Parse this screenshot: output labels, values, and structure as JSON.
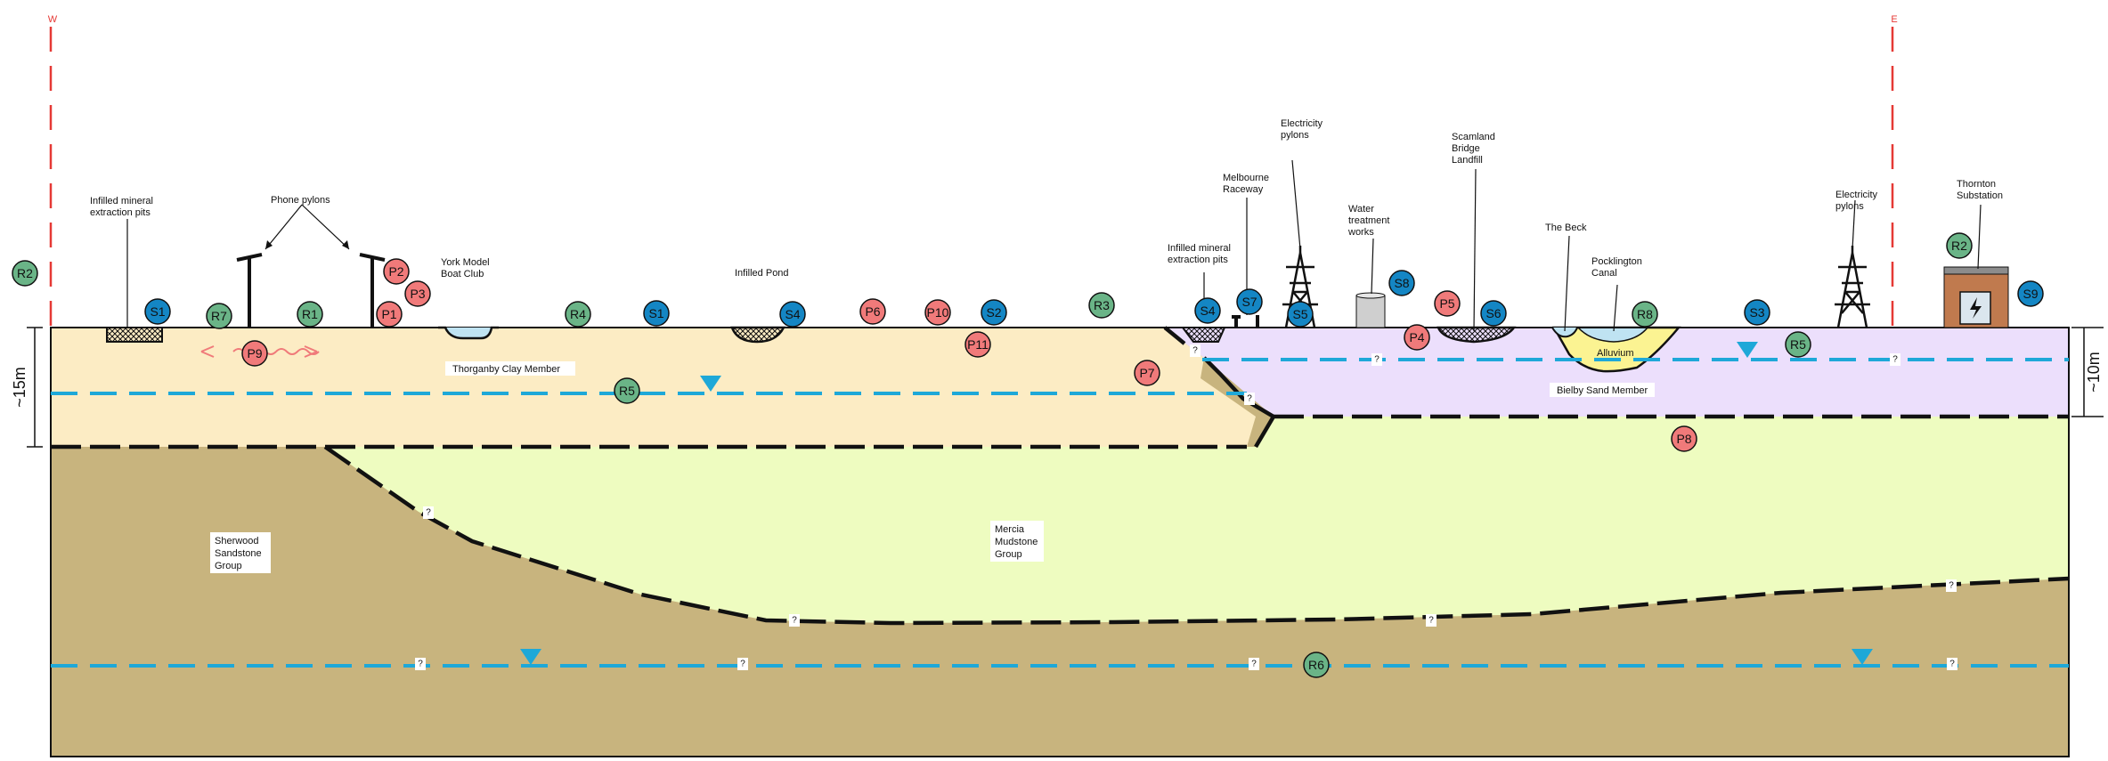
{
  "section": {
    "west_label": "W",
    "east_label": "E"
  },
  "scales": {
    "left": "~15m",
    "right": "~10m"
  },
  "units": {
    "thorganby": "Thorganby Clay Member",
    "bielby": "Bielby Sand Member",
    "alluvium": "Alluvium",
    "sherwood": [
      "Sherwood",
      "Sandstone",
      "Group"
    ],
    "mercia": [
      "Mercia",
      "Mudstone",
      "Group"
    ]
  },
  "features": {
    "pits_west": [
      "Infilled mineral",
      "extraction pits"
    ],
    "phone_pylons": [
      "Phone pylons"
    ],
    "boat_club": [
      "York Model",
      "Boat Club"
    ],
    "infilled_pond": [
      "Infilled Pond"
    ],
    "pits_east": [
      "Infilled mineral",
      "extraction pits"
    ],
    "raceway": [
      "Melbourne",
      "Raceway"
    ],
    "elec_pylons_1": [
      "Electricity",
      "pylons"
    ],
    "water_works": [
      "Water",
      "treatment",
      "works"
    ],
    "landfill": [
      "Scamland",
      "Bridge",
      "Landfill"
    ],
    "the_beck": [
      "The Beck"
    ],
    "canal": [
      "Pocklington",
      "Canal"
    ],
    "elec_pylons_2": [
      "Electricity",
      "pylons"
    ],
    "substation": [
      "Thornton",
      "Substation"
    ]
  },
  "uncertain_mark": "?",
  "colors": {
    "sources": "#1486c4",
    "pathways": "#f07a7a",
    "receptors": "#6ab487",
    "groundwater": "#1ea8d8",
    "thorganby_fill": "#fcecc4",
    "bielby_fill": "#ecdffc",
    "mercia_fill": "#eefcc0",
    "sherwood_fill": "#c8b47e",
    "alluvium_fill": "#fbf392",
    "section_line": "#e53935"
  },
  "markers": [
    {
      "id": "R2",
      "kind": "receptor"
    },
    {
      "id": "S1",
      "kind": "source"
    },
    {
      "id": "R7",
      "kind": "receptor"
    },
    {
      "id": "R1",
      "kind": "receptor"
    },
    {
      "id": "P2",
      "kind": "pathway"
    },
    {
      "id": "P3",
      "kind": "pathway"
    },
    {
      "id": "P1",
      "kind": "pathway"
    },
    {
      "id": "P9",
      "kind": "pathway"
    },
    {
      "id": "R4",
      "kind": "receptor"
    },
    {
      "id": "S1",
      "kind": "source"
    },
    {
      "id": "R5",
      "kind": "receptor"
    },
    {
      "id": "S4",
      "kind": "source"
    },
    {
      "id": "P6",
      "kind": "pathway"
    },
    {
      "id": "P10",
      "kind": "pathway"
    },
    {
      "id": "S2",
      "kind": "source"
    },
    {
      "id": "P11",
      "kind": "pathway"
    },
    {
      "id": "R3",
      "kind": "receptor"
    },
    {
      "id": "P7",
      "kind": "pathway"
    },
    {
      "id": "S4",
      "kind": "source"
    },
    {
      "id": "S7",
      "kind": "source"
    },
    {
      "id": "S5",
      "kind": "source"
    },
    {
      "id": "S8",
      "kind": "source"
    },
    {
      "id": "P5",
      "kind": "pathway"
    },
    {
      "id": "P4",
      "kind": "pathway"
    },
    {
      "id": "S6",
      "kind": "source"
    },
    {
      "id": "R8",
      "kind": "receptor"
    },
    {
      "id": "S3",
      "kind": "source"
    },
    {
      "id": "R5",
      "kind": "receptor"
    },
    {
      "id": "P8",
      "kind": "pathway"
    },
    {
      "id": "R2",
      "kind": "receptor"
    },
    {
      "id": "S9",
      "kind": "source"
    },
    {
      "id": "R6",
      "kind": "receptor"
    }
  ]
}
